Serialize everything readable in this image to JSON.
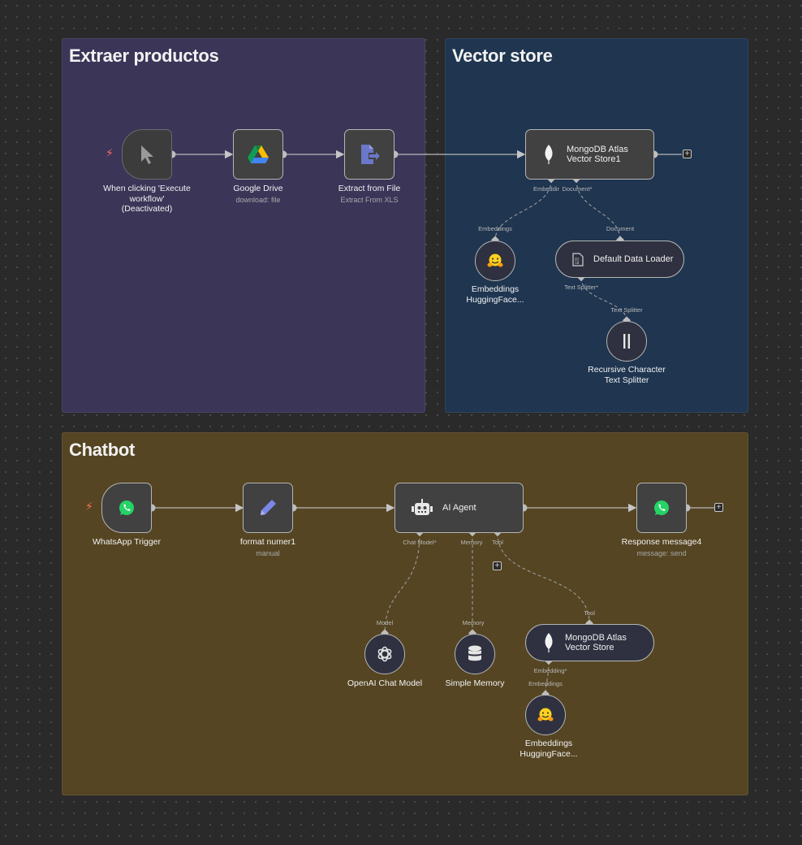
{
  "groups": {
    "extract": "Extraer productos",
    "vector": "Vector store",
    "chatbot": "Chatbot"
  },
  "nodes": {
    "manual_trigger": {
      "line1": "When clicking 'Execute",
      "line2": "workflow'",
      "line3": "(Deactivated)",
      "icon": "cursor-icon"
    },
    "google_drive": {
      "title": "Google Drive",
      "subtitle": "download: file",
      "icon": "google-drive-icon"
    },
    "extract_file": {
      "title": "Extract from File",
      "subtitle": "Extract From XLS",
      "icon": "file-export-icon"
    },
    "mongo_store1": {
      "line1": "MongoDB Atlas",
      "line2": "Vector Store1",
      "icon": "mongodb-leaf-icon"
    },
    "embed_hf1": {
      "line1": "Embeddings",
      "line2": "HuggingFace...",
      "icon": "hugging-face-icon"
    },
    "data_loader": {
      "title": "Default Data Loader",
      "icon": "document-icon"
    },
    "text_splitter": {
      "line1": "Recursive Character",
      "line2": "Text Splitter",
      "icon": "splitter-icon"
    },
    "whatsapp_trigger": {
      "title": "WhatsApp Trigger",
      "icon": "whatsapp-icon"
    },
    "format_number": {
      "title": "format numer1",
      "subtitle": "manual",
      "icon": "pencil-icon"
    },
    "ai_agent": {
      "title": "AI Agent",
      "icon": "robot-icon"
    },
    "response_message": {
      "title": "Response message4",
      "subtitle": "message: send",
      "icon": "whatsapp-icon"
    },
    "openai_model": {
      "title": "OpenAI Chat Model",
      "icon": "openai-icon"
    },
    "simple_memory": {
      "title": "Simple Memory",
      "icon": "database-icon"
    },
    "mongo_store2": {
      "line1": "MongoDB Atlas",
      "line2": "Vector Store",
      "icon": "mongodb-leaf-icon"
    },
    "embed_hf2": {
      "line1": "Embeddings",
      "line2": "HuggingFace...",
      "icon": "hugging-face-icon"
    }
  },
  "ports": {
    "embedding_star": "Embeddir",
    "document_star": "Document*",
    "embeddings": "Embeddings",
    "document": "Document",
    "text_splitter_star": "Text Splitter*",
    "text_splitter": "Text Splitter",
    "chat_model_star": "Chat Model*",
    "memory": "Memory",
    "tool": "Tool",
    "model": "Model",
    "memory_in": "Memory",
    "tool_in": "Tool",
    "embedding2_star": "Embedding*",
    "embeddings2": "Embeddings"
  },
  "colors": {
    "extract_bg": "#3b3558",
    "vector_bg": "#1f3550",
    "chatbot_bg": "#554522",
    "trigger_bolt": "#ff6d5a",
    "whatsapp": "#25d366"
  }
}
